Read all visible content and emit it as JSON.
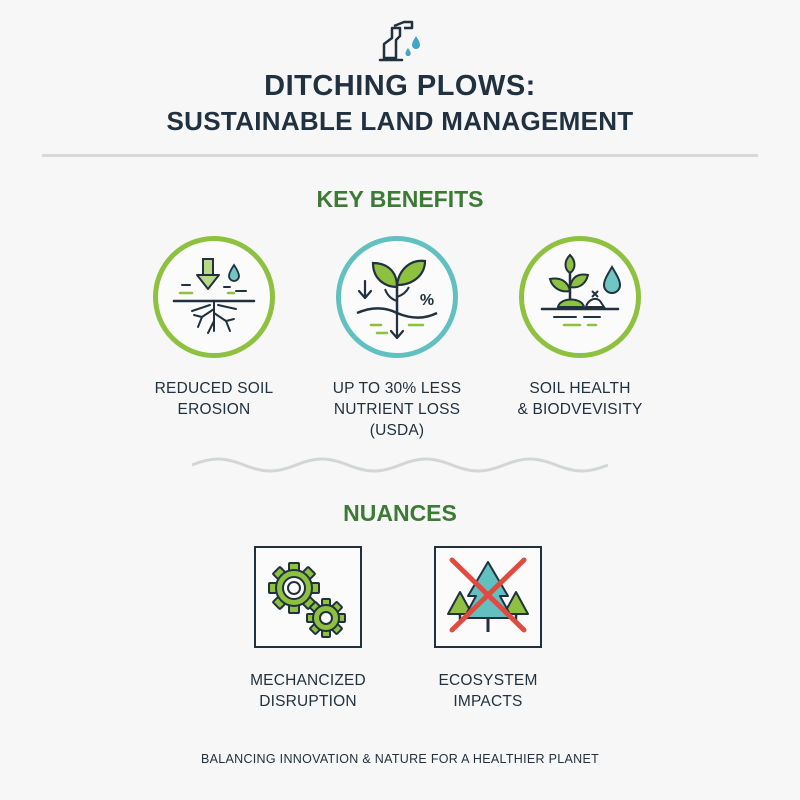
{
  "header": {
    "icon": "plow-drip-icon",
    "title_line1": "DITCHING PLOWS:",
    "title_line2": "SUSTAINABLE LAND MANAGEMENT"
  },
  "benefits": {
    "heading": "KEY BENEFITS",
    "items": [
      {
        "label": "REDUCED SOIL\nEROSION",
        "icon": "soil-erosion-icon",
        "ring_color": "#8dc13f"
      },
      {
        "label": "UP TO 30% LESS\nNUTRIENT LOSS\n(USDA)",
        "icon": "sprout-nutrient-icon",
        "ring_color": "#63c0c0",
        "icon_text": "%"
      },
      {
        "label": "SOIL HEALTH\n& BIODVEVISITY",
        "icon": "plant-water-drop-icon",
        "ring_color": "#8dc13f"
      }
    ]
  },
  "nuances": {
    "heading": "NUANCES",
    "items": [
      {
        "label": "MECHANCIZED\nDISRUPTION",
        "icon": "gears-icon"
      },
      {
        "label": "ECOSYSTEM\nIMPACTS",
        "icon": "crossed-trees-icon"
      }
    ]
  },
  "footer": {
    "text": "BALANCING INNOVATION & NATURE FOR A HEALTHIER PLANET"
  },
  "colors": {
    "green": "#3c7a36",
    "lime": "#8dc13f",
    "teal": "#63c0c0",
    "navy": "#22313f",
    "red": "#e04a3f"
  }
}
